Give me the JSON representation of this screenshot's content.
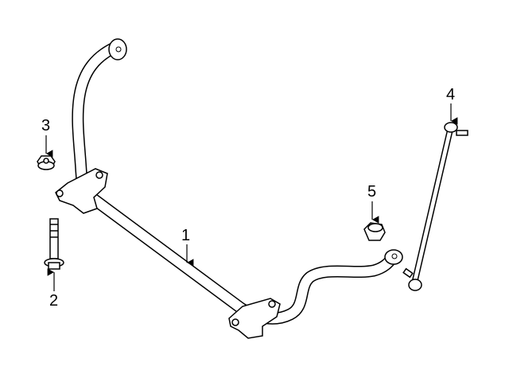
{
  "callouts": [
    {
      "number": "1",
      "part": "stabilizer-bar"
    },
    {
      "number": "2",
      "part": "bolt"
    },
    {
      "number": "3",
      "part": "nut"
    },
    {
      "number": "4",
      "part": "stabilizer-link"
    },
    {
      "number": "5",
      "part": "nut"
    }
  ],
  "colors": {
    "line": "#000000",
    "fill": "#ffffff"
  }
}
